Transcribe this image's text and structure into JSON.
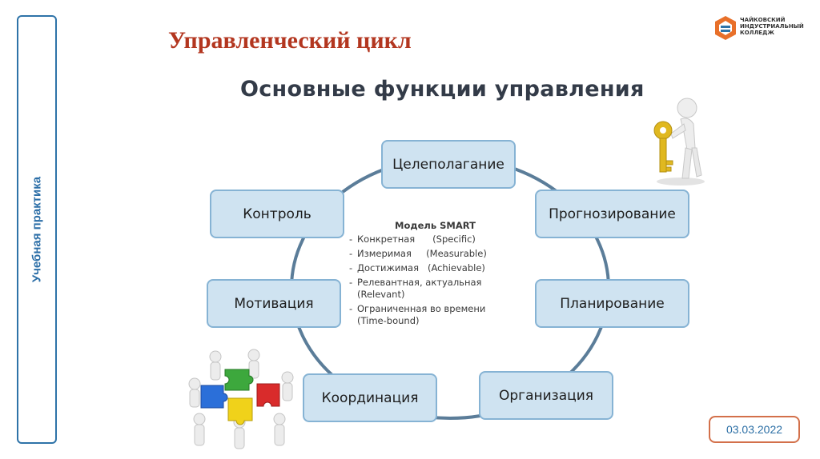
{
  "sidebar": {
    "label": "Учебная практика"
  },
  "slide": {
    "title": "Управленческий цикл",
    "subtitle": "Основные функции управления",
    "date": "03.03.2022"
  },
  "logo": {
    "line1": "ЧАЙКОВСКИЙ",
    "line2": "ИНДУСТРИАЛЬНЫЙ",
    "line3": "КОЛЛЕДЖ",
    "icon": "college-logo-icon"
  },
  "cycle": {
    "nodes": {
      "goal": "Целеполагание",
      "forecast": "Прогнозирование",
      "planning": "Планирование",
      "organization": "Организация",
      "coordination": "Координация",
      "motivation": "Мотивация",
      "control": "Контроль"
    },
    "smart": {
      "title": "Модель SMART",
      "items": [
        "Конкретная      (Specific)",
        "Измеримая     (Measurable)",
        "Достижимая   (Achievable)",
        "Релевантная, актуальная\n(Relevant)",
        "Ограниченная во времени\n(Time-bound)"
      ]
    }
  },
  "colors": {
    "title": "#b3361f",
    "accent": "#2e73a8",
    "node_fill": "#cfe3f1",
    "node_border": "#86b3d4",
    "date_border": "#d3704a"
  }
}
